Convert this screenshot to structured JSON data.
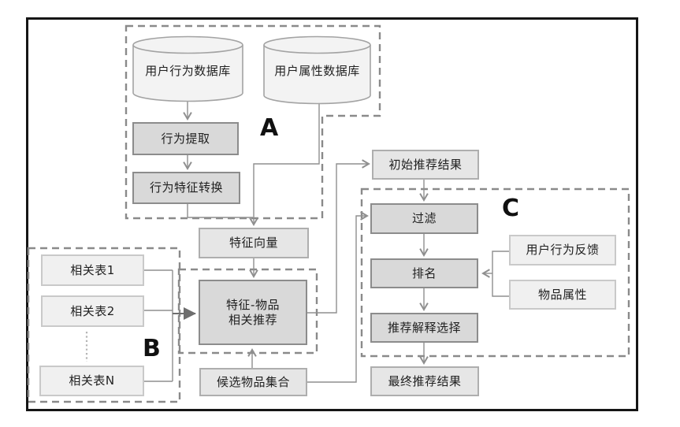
{
  "diagram": {
    "region_labels": {
      "a": "A",
      "b": "B",
      "c": "C"
    },
    "nodes": {
      "db_behavior": {
        "label": "用户行为数据库"
      },
      "db_attribute": {
        "label": "用户属性数据库"
      },
      "behavior_extract": {
        "label": "行为提取"
      },
      "behavior_feature_convert": {
        "label": "行为特征转换"
      },
      "feature_vector": {
        "label": "特征向量"
      },
      "feature_item_rec": {
        "line1": "特征-物品",
        "line2": "相关推荐"
      },
      "related_table_1": {
        "label": "相关表1"
      },
      "related_table_2": {
        "label": "相关表2"
      },
      "related_table_n": {
        "label": "相关表N"
      },
      "candidate_item_set": {
        "label": "候选物品集合"
      },
      "initial_rec_result": {
        "label": "初始推荐结果"
      },
      "filter": {
        "label": "过滤"
      },
      "ranking": {
        "label": "排名"
      },
      "rec_explanation_select": {
        "label": "推荐解释选择"
      },
      "final_rec_result": {
        "label": "最终推荐结果"
      },
      "user_behavior_feedback": {
        "label": "用户行为反馈"
      },
      "item_attributes": {
        "label": "物品属性"
      }
    },
    "colors": {
      "process_box_fill": "#d9d9d9",
      "process_box_border": "#8c8c8c",
      "result_box_fill": "#e6e6e6",
      "result_box_border": "#aeaeae",
      "input_box_fill": "#f0f0f0",
      "input_box_border": "#c9c9c9",
      "cylinder_fill": "#f3f3f3",
      "connector_line": "#8f8f8f",
      "dashed_region": "#8a8a8a",
      "frame_border": "#151515"
    }
  }
}
